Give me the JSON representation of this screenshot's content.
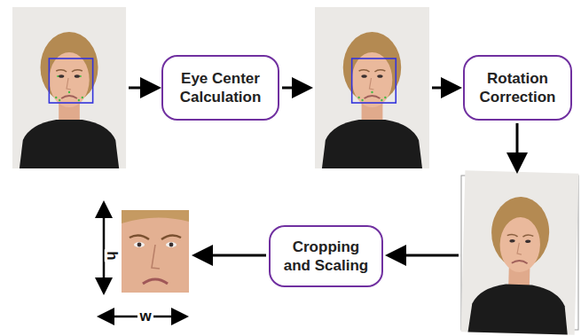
{
  "diagram": {
    "nodes": [
      {
        "text": [
          "Eye Center Calculation"
        ]
      },
      {
        "text": [
          "Rotation Correction"
        ]
      },
      {
        "text": [
          "Cropping and Scaling"
        ]
      }
    ],
    "labels": [
      "h",
      "w"
    ]
  }
}
